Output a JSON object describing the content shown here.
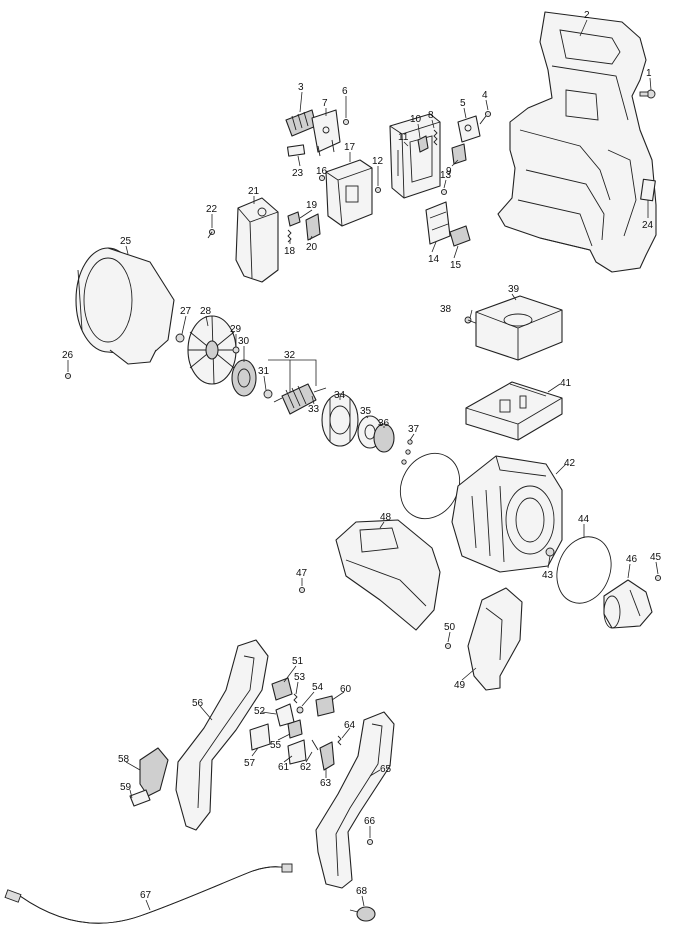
{
  "labels": [
    "1",
    "2",
    "3",
    "4",
    "5",
    "6",
    "7",
    "8",
    "9",
    "10",
    "11",
    "12",
    "13",
    "14",
    "15",
    "16",
    "17",
    "18",
    "19",
    "20",
    "21",
    "22",
    "23",
    "24",
    "25",
    "26",
    "27",
    "28",
    "29",
    "30",
    "31",
    "32",
    "33",
    "34",
    "35",
    "36",
    "37",
    "38",
    "39",
    "41",
    "42",
    "43",
    "44",
    "45",
    "46",
    "47",
    "48",
    "49",
    "50",
    "51",
    "52",
    "53",
    "54",
    "55",
    "56",
    "57",
    "58",
    "59",
    "60",
    "61",
    "62",
    "63",
    "64",
    "65",
    "66",
    "67",
    "68"
  ]
}
